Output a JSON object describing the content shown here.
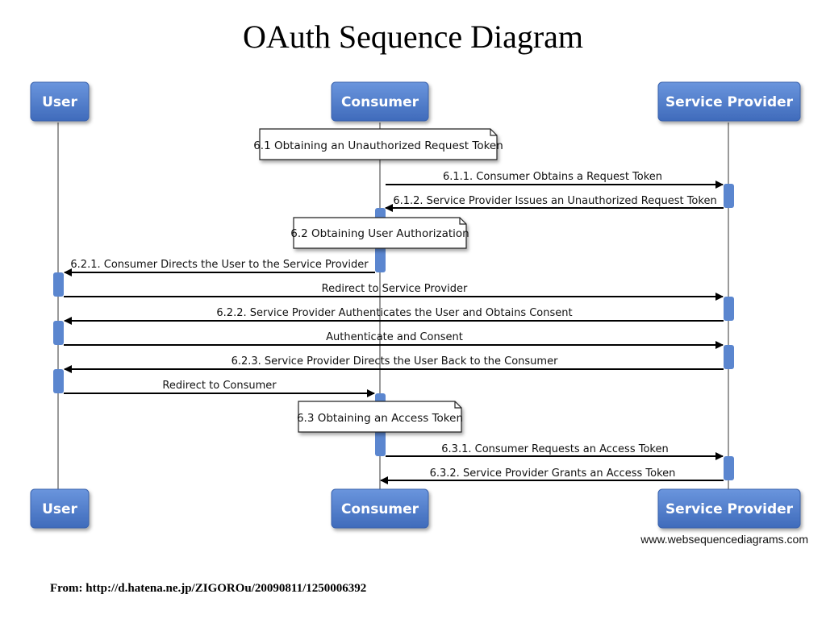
{
  "title": "OAuth Sequence Diagram",
  "participants": {
    "user": "User",
    "consumer": "Consumer",
    "provider": "Service Provider"
  },
  "notes": [
    {
      "id": "note-6-1",
      "text": "6.1 Obtaining an Unauthorized Request Token"
    },
    {
      "id": "note-6-2",
      "text": "6.2 Obtaining User Authorization"
    },
    {
      "id": "note-6-3",
      "text": "6.3 Obtaining an Access Token"
    }
  ],
  "messages": [
    {
      "from": "consumer",
      "to": "provider",
      "text": "6.1.1. Consumer Obtains a Request Token"
    },
    {
      "from": "provider",
      "to": "consumer",
      "text": "6.1.2. Service Provider Issues an Unauthorized Request Token"
    },
    {
      "from": "consumer",
      "to": "user",
      "text": "6.2.1. Consumer Directs the User to the Service Provider"
    },
    {
      "from": "user",
      "to": "provider",
      "text": "Redirect to Service Provider"
    },
    {
      "from": "provider",
      "to": "user",
      "text": "6.2.2. Service Provider Authenticates the User and Obtains Consent"
    },
    {
      "from": "user",
      "to": "provider",
      "text": "Authenticate and Consent"
    },
    {
      "from": "provider",
      "to": "user",
      "text": "6.2.3. Service Provider Directs the User Back to the Consumer"
    },
    {
      "from": "user",
      "to": "consumer",
      "text": "Redirect to Consumer"
    },
    {
      "from": "consumer",
      "to": "provider",
      "text": "6.3.1. Consumer Requests an Access Token"
    },
    {
      "from": "provider",
      "to": "consumer",
      "text": "6.3.2. Service Provider Grants an Access Token"
    }
  ],
  "credit": "www.websequencediagrams.com",
  "source": "From: http://d.hatena.ne.jp/ZIGOROu/20090811/1250006392",
  "colors": {
    "participant_fill": "#4a78c7",
    "participant_text": "#ffffff",
    "lifeline": "#9a9a9a",
    "activation": "#5b86cf",
    "arrow": "#000000"
  }
}
